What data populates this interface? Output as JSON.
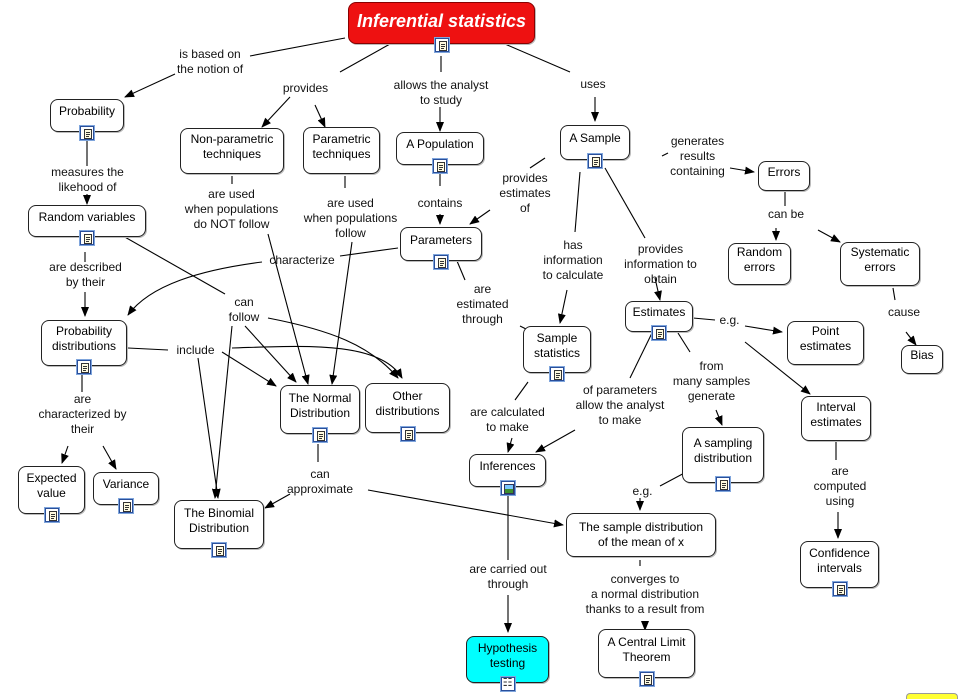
{
  "root": "Inferential statistics",
  "nodes": {
    "probability": "Probability",
    "random_variables": "Random variables",
    "prob_distributions": "Probability\ndistributions",
    "expected_value": "Expected\nvalue",
    "variance": "Variance",
    "nonparametric": "Non-parametric\ntechniques",
    "parametric": "Parametric\ntechniques",
    "population": "A Population",
    "parameters": "Parameters",
    "normal": "The Normal\nDistribution",
    "other": "Other\ndistributions",
    "binomial": "The Binomial\nDistribution",
    "sample": "A Sample",
    "sample_stats": "Sample\nstatistics",
    "inferences": "Inferences",
    "hypothesis": "Hypothesis\ntesting",
    "errors": "Errors",
    "random_errors": "Random\nerrors",
    "systematic_errors": "Systematic\nerrors",
    "bias": "Bias",
    "estimates": "Estimates",
    "point_estimates": "Point\nestimates",
    "interval_estimates": "Interval\nestimates",
    "confidence_intervals": "Confidence\nintervals",
    "sampling_dist": "A sampling\ndistribution",
    "sample_dist_mean": "The sample distribution\nof the mean of x",
    "clt": "A Central Limit\nTheorem"
  },
  "links": {
    "is_based_on": "is based on\nthe notion of",
    "provides": "provides",
    "allows_analyst": "allows the analyst\nto study",
    "uses": "uses",
    "measures": "measures the\nlikehood of",
    "described_by": "are described\nby their",
    "characterized_by": "are\ncharacterized by\ntheir",
    "include": "include",
    "can_follow": "can\nfollow",
    "characterize": "characterize",
    "used_not_follow": "are used\nwhen populations\ndo NOT follow",
    "used_follow": "are used\nwhen populations\nfollow",
    "contains": "contains",
    "provides_estimates": "provides\nestimates\nof",
    "estimated_through": "are\nestimated\nthrough",
    "generates_results": "generates\nresults\ncontaining",
    "can_be": "can be",
    "cause": "cause",
    "has_info": "has\ninformation\nto calculate",
    "provides_info": "provides\ninformation to\nobtain",
    "eg1": "e.g.",
    "eg2": "e.g.",
    "from_many": "from\nmany samples\ngenerate",
    "of_parameters": "of parameters\nallow the analyst\nto make",
    "calculated_to_make": "are calculated\nto make",
    "can_approximate": "can\napproximate",
    "carried_out": "are carried out\nthrough",
    "converges": "converges to\na normal distribution\nthanks to a result from",
    "computed_using": "are\ncomputed\nusing"
  },
  "icons": {
    "doc": "document-resource-icon",
    "img": "image-resource-icon",
    "map": "concept-map-resource-icon"
  },
  "colors": {
    "root_fill": "#ee1111",
    "hypothesis_fill": "#00ffff",
    "line": "#000000"
  }
}
